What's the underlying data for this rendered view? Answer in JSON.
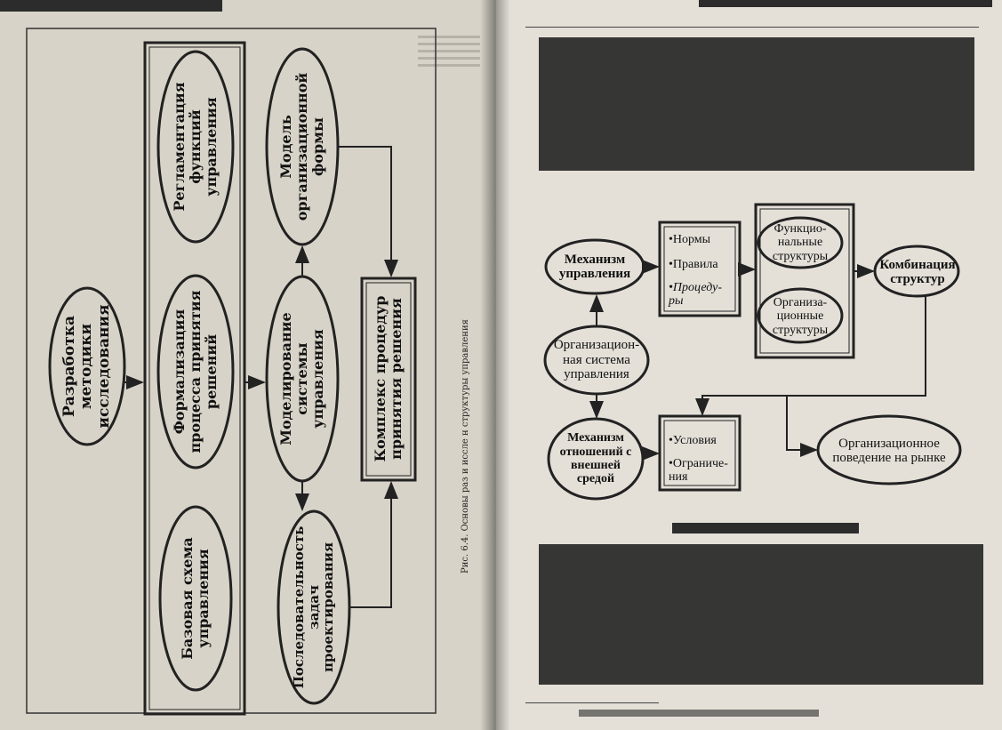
{
  "left_diagram": {
    "caption": "Рис. 6.4. Основы раз     и      иссле     н  структуры управления",
    "nodes": {
      "methodology": "Разработка методики исследования",
      "base_scheme": "Базовая схема управления",
      "formalization": "Формализация процесса принятия решений",
      "regulation": "Регламентация функций управления",
      "modeling": "Моделирование системы управления",
      "org_form_model": "Модель организационной формы",
      "design_sequence": "Последовательность задач проектирования",
      "procedures_complex": "Комплекс процедур принятия решения"
    }
  },
  "right_diagram": {
    "nodes": {
      "mechanism": "Механизм управления",
      "org_system": "Организацион-ная система управления",
      "relations": "Механизм отношений с внешней средой",
      "functional": "Функцио-нальные структуры",
      "organizational": "Организа-ционные структуры",
      "combination": "Комбинация структур",
      "behavior": "Организационное поведение на рынке"
    },
    "norms_list": [
      "•Нормы",
      "•Правила",
      "•Процеду-ры"
    ],
    "conditions_list": [
      "•Условия",
      "•Ограниче-ния"
    ]
  }
}
